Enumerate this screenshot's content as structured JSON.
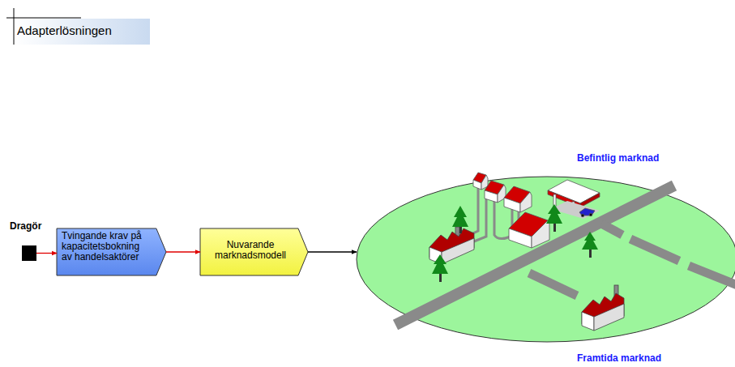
{
  "diagram": {
    "title": "Adapterlösningen",
    "nodes": [
      {
        "text": [
          "Dragör"
        ]
      },
      {
        "text": [
          "Tvingande krav på kapacitetsbokning av handelsaktörer"
        ]
      },
      {
        "text": [
          "Nuvarande marknadsmodell"
        ]
      },
      {
        "text": [
          "Befintlig marknad",
          "Framtida marknad"
        ]
      }
    ],
    "edges": [
      {
        "from": 0,
        "to": 1,
        "arrow": "to"
      },
      {
        "from": 1,
        "to": 2,
        "arrow": "to"
      },
      {
        "from": 2,
        "to": 3,
        "arrow": "to"
      }
    ]
  }
}
